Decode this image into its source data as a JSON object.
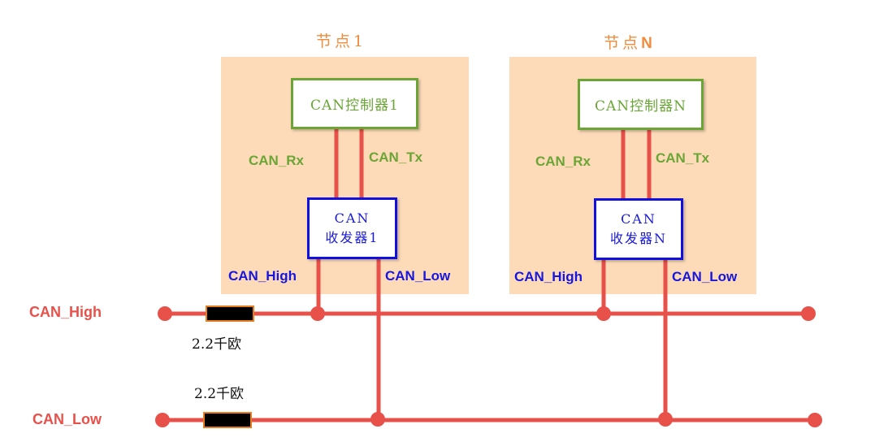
{
  "colors": {
    "wire": "#e8504a",
    "node_background": "#fddbb8",
    "controller_border": "#6aa535",
    "transceiver_border": "#1010e0",
    "resistor_fill": "#000000",
    "resistor_border": "#e87d20",
    "node_title": "#f28c3c"
  },
  "nodes": [
    {
      "title_prefix": "节点",
      "title_suffix": "1",
      "controller": "CAN控制器1",
      "transceiver_line1": "CAN",
      "transceiver_line2": "收发器1",
      "rx_label": "CAN_Rx",
      "tx_label": "CAN_Tx",
      "high_label": "CAN_High",
      "low_label": "CAN_Low"
    },
    {
      "title_prefix": "节点",
      "title_suffix": "N",
      "controller": "CAN控制器N",
      "transceiver_line1": "CAN",
      "transceiver_line2": "收发器N",
      "rx_label": "CAN_Rx",
      "tx_label": "CAN_Tx",
      "high_label": "CAN_High",
      "low_label": "CAN_Low"
    }
  ],
  "buses": {
    "high": {
      "label": "CAN_High",
      "resistor": "2.2千欧"
    },
    "low": {
      "label": "CAN_Low",
      "resistor": "2.2千欧"
    }
  }
}
